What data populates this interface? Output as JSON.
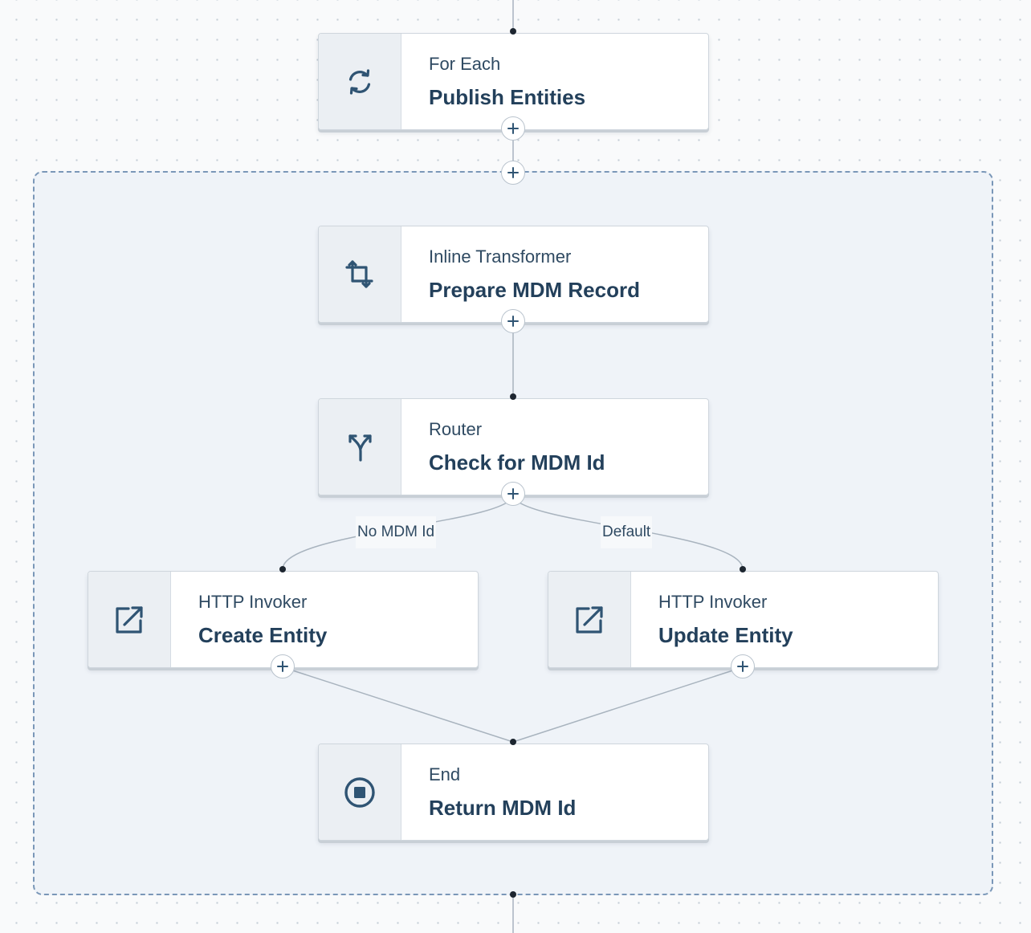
{
  "theme": {
    "icon_color": "#2f5473",
    "edge_color": "#a8b3be"
  },
  "steps": {
    "for_each": {
      "type": "For Each",
      "name": "Publish Entities",
      "icon": "loop-icon"
    },
    "transformer": {
      "type": "Inline Transformer",
      "name": "Prepare MDM Record",
      "icon": "crop-transform-icon"
    },
    "router": {
      "type": "Router",
      "name": "Check for MDM Id",
      "icon": "split-arrows-icon"
    },
    "create": {
      "type": "HTTP Invoker",
      "name": "Create Entity",
      "icon": "external-link-icon"
    },
    "update": {
      "type": "HTTP Invoker",
      "name": "Update Entity",
      "icon": "external-link-icon"
    },
    "end": {
      "type": "End",
      "name": "Return MDM Id",
      "icon": "stop-circle-icon"
    }
  },
  "routes": {
    "left": "No MDM Id",
    "right": "Default"
  }
}
